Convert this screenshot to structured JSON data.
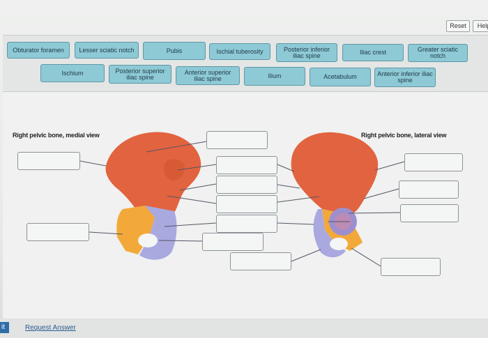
{
  "toolbar": {
    "reset_label": "Reset",
    "help_label": "Help"
  },
  "labels": [
    "Obturator foramen",
    "Lesser sciatic notch",
    "Pubis",
    "Ischial tuberosity",
    "Posterior inferior iliac spine",
    "Iliac crest",
    "Greater sciatic notch",
    "Ischium",
    "Posterior superior iliac spine",
    "Anterior superior iliac spine",
    "Ilium",
    "Acetabulum",
    "Anterior inferior iliac spine"
  ],
  "figures": {
    "medial_title": "Right pelvic bone, medial view",
    "lateral_title": "Right pelvic bone, lateral view"
  },
  "footer": {
    "submit_label": "it",
    "request_label": "Request Answer"
  },
  "colors": {
    "chip": "#8ec9d6",
    "ilium": "#e2633f",
    "ischium": "#f2a93a",
    "pubis": "#a9a9e0"
  }
}
